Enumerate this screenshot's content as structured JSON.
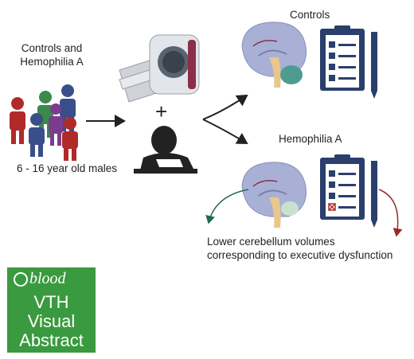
{
  "left_group": {
    "title_line1": "Controls and",
    "title_line2": "Hemophilia A",
    "age_label": "6 - 16 year old males"
  },
  "plus_sign": "+",
  "outcomes": {
    "controls_label": "Controls",
    "hemophilia_label": "Hemophilia A",
    "finding_line1": "Lower cerebellum volumes",
    "finding_line2": "corresponding to executive dysfunction"
  },
  "badge": {
    "brand": "blood",
    "line1": "VTH",
    "line2": "Visual",
    "line3": "Abstract",
    "color": "#3a9a3f"
  },
  "people_colors": [
    "#b02a2a",
    "#3b8a4a",
    "#3a4f8a",
    "#7b3c8f",
    "#3a4f8a",
    "#b02a2a"
  ]
}
